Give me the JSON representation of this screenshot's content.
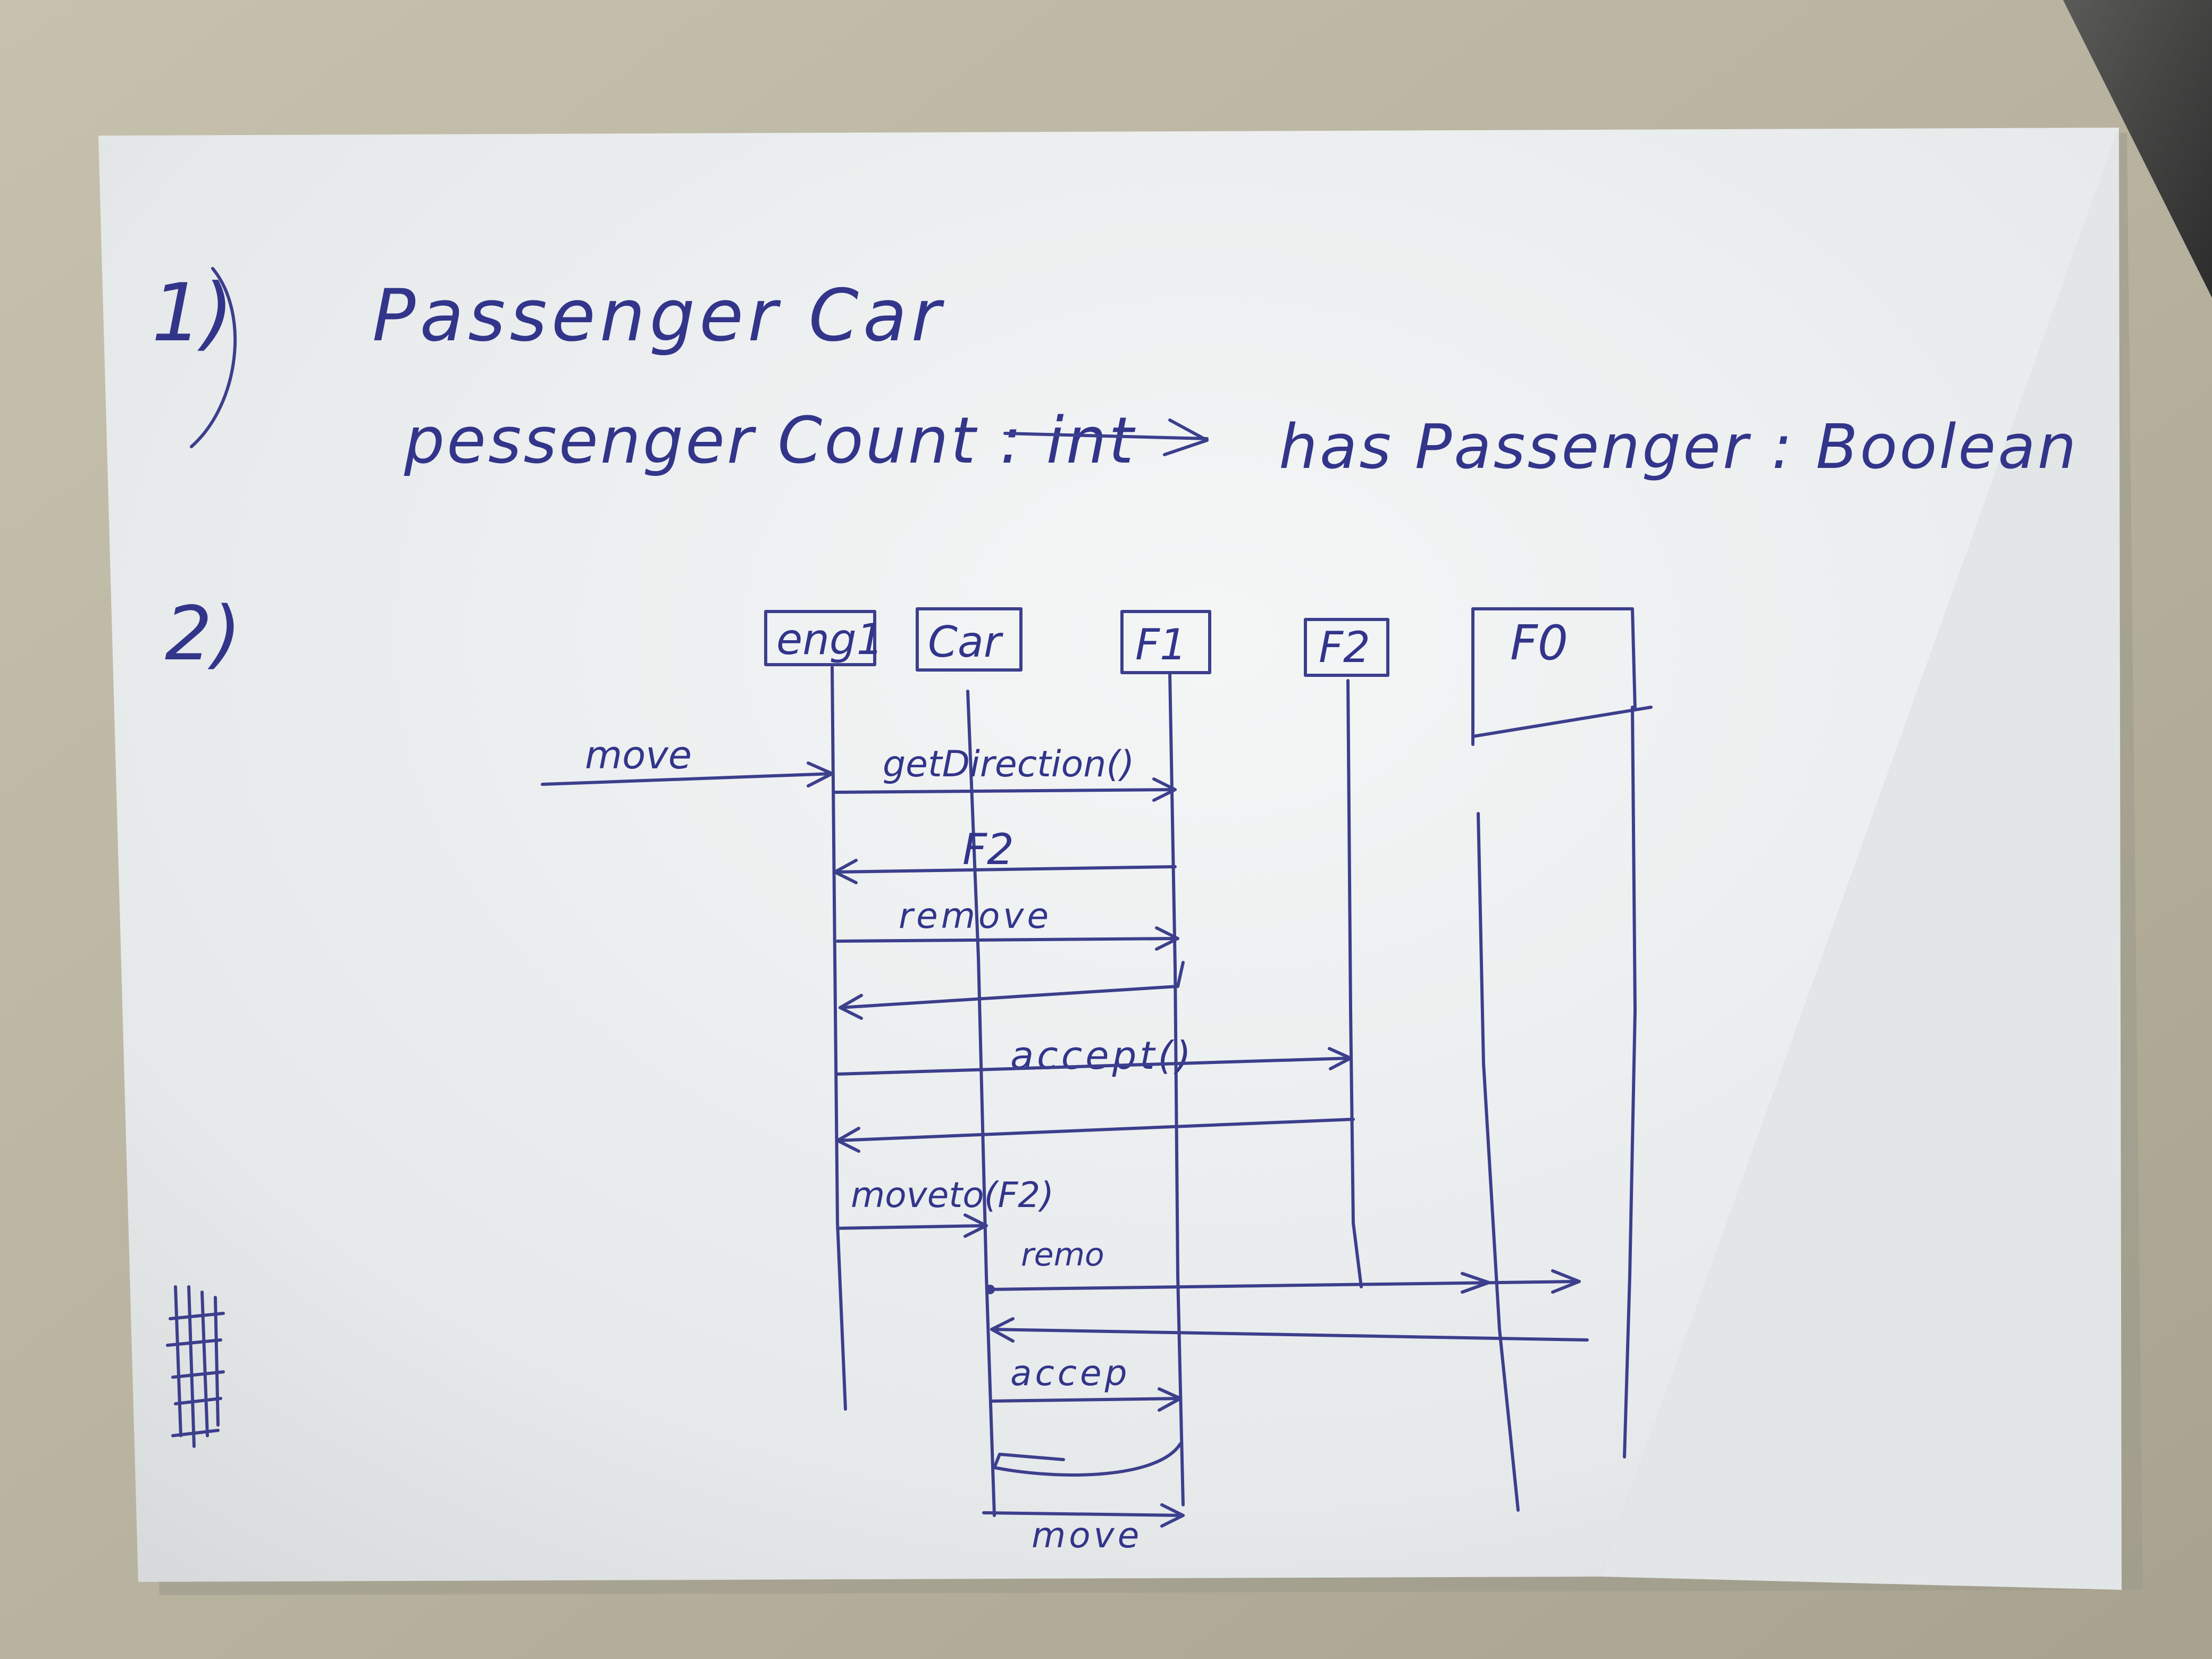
{
  "page": {
    "colors": {
      "desk": "#b9b4a1",
      "paper": "#eef0f0",
      "ink": "#3c3f8c",
      "dark_corner": "#3a3a3a"
    }
  },
  "section1": {
    "number": "1)",
    "class_name": "Passenger Car",
    "attribute_old": "pessenger Count : int",
    "attribute_new": "has Passenger : Boolean"
  },
  "section2": {
    "number": "2)",
    "lifelines": [
      "eng1",
      "Car",
      "F1",
      "F2",
      "F0"
    ],
    "messages": {
      "move": "move",
      "get_direction": "getDirection()",
      "return_f2": "F2",
      "remove": "remove",
      "accept": "accept()",
      "move_to": "moveto(F2)",
      "remo": "remo",
      "accep": "accep",
      "move_end": "move"
    }
  }
}
